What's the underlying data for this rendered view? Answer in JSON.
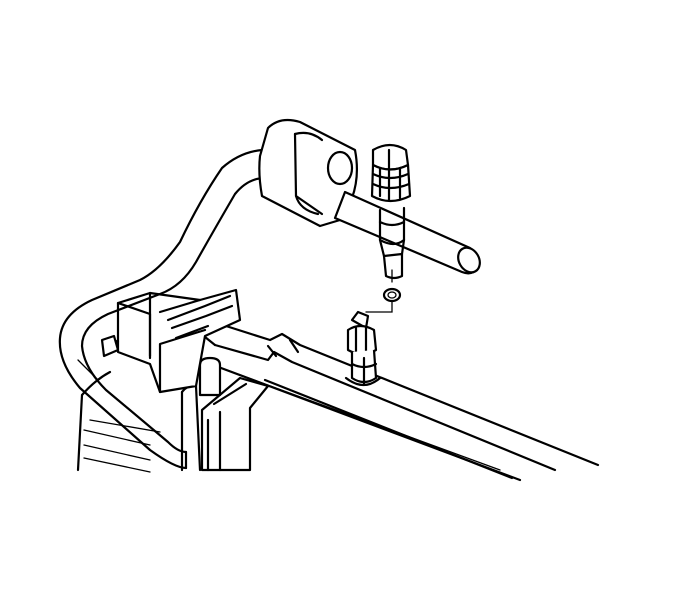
{
  "figure": {
    "background": "#ffffff",
    "line_color": "#000000",
    "parts": [
      "radiator",
      "radiator-top-tank",
      "radiator-side-tank",
      "radiator-bracket",
      "bent-tube",
      "tube-mounting-block",
      "fitting-nut",
      "seal-ring",
      "mating-fitting"
    ]
  }
}
